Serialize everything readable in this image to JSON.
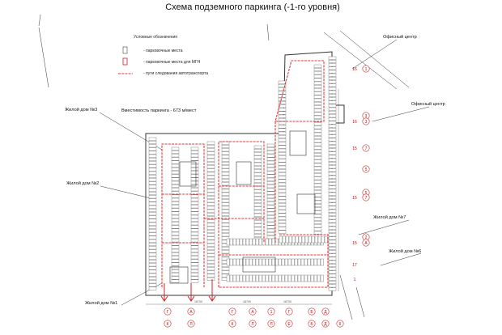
{
  "title": "Схема подземного паркинга (-1-го уровня)",
  "legend": {
    "heading": "Условные обозначения",
    "items": [
      {
        "label": "- парковочные места"
      },
      {
        "label": "- парковочные места для МГН"
      },
      {
        "label": "- пути следования автотранспорта"
      }
    ]
  },
  "capacity": "Вместимость паркинга - 673 м/мест",
  "labels": {
    "office1": "Офисный центр",
    "office2": "Офисный центр",
    "house3": "Жилой дом №3",
    "house2": "Жилой дом №2",
    "house1": "Жилой дом №1",
    "house7": "Жилой дом №7",
    "house6": "Жилой дом №6"
  },
  "axes_right": [
    "16",
    "16",
    "15",
    "15",
    "15",
    "17",
    "1"
  ],
  "axes_right_circ": [
    "1",
    "3",
    "3",
    "7",
    "5",
    "5",
    "7",
    "2",
    "A"
  ],
  "axes_bottom": [
    "Г",
    "А",
    "Г",
    "А",
    "1",
    "Г",
    "Б",
    "Д"
  ],
  "axes_bottom_circ": [
    "К",
    "Л",
    "К",
    "Л",
    "Л",
    "Е",
    "Б",
    "Д",
    "К"
  ],
  "colors": {
    "route": "#e23a3a",
    "wall": "#333333",
    "mgn": "#c22222"
  }
}
